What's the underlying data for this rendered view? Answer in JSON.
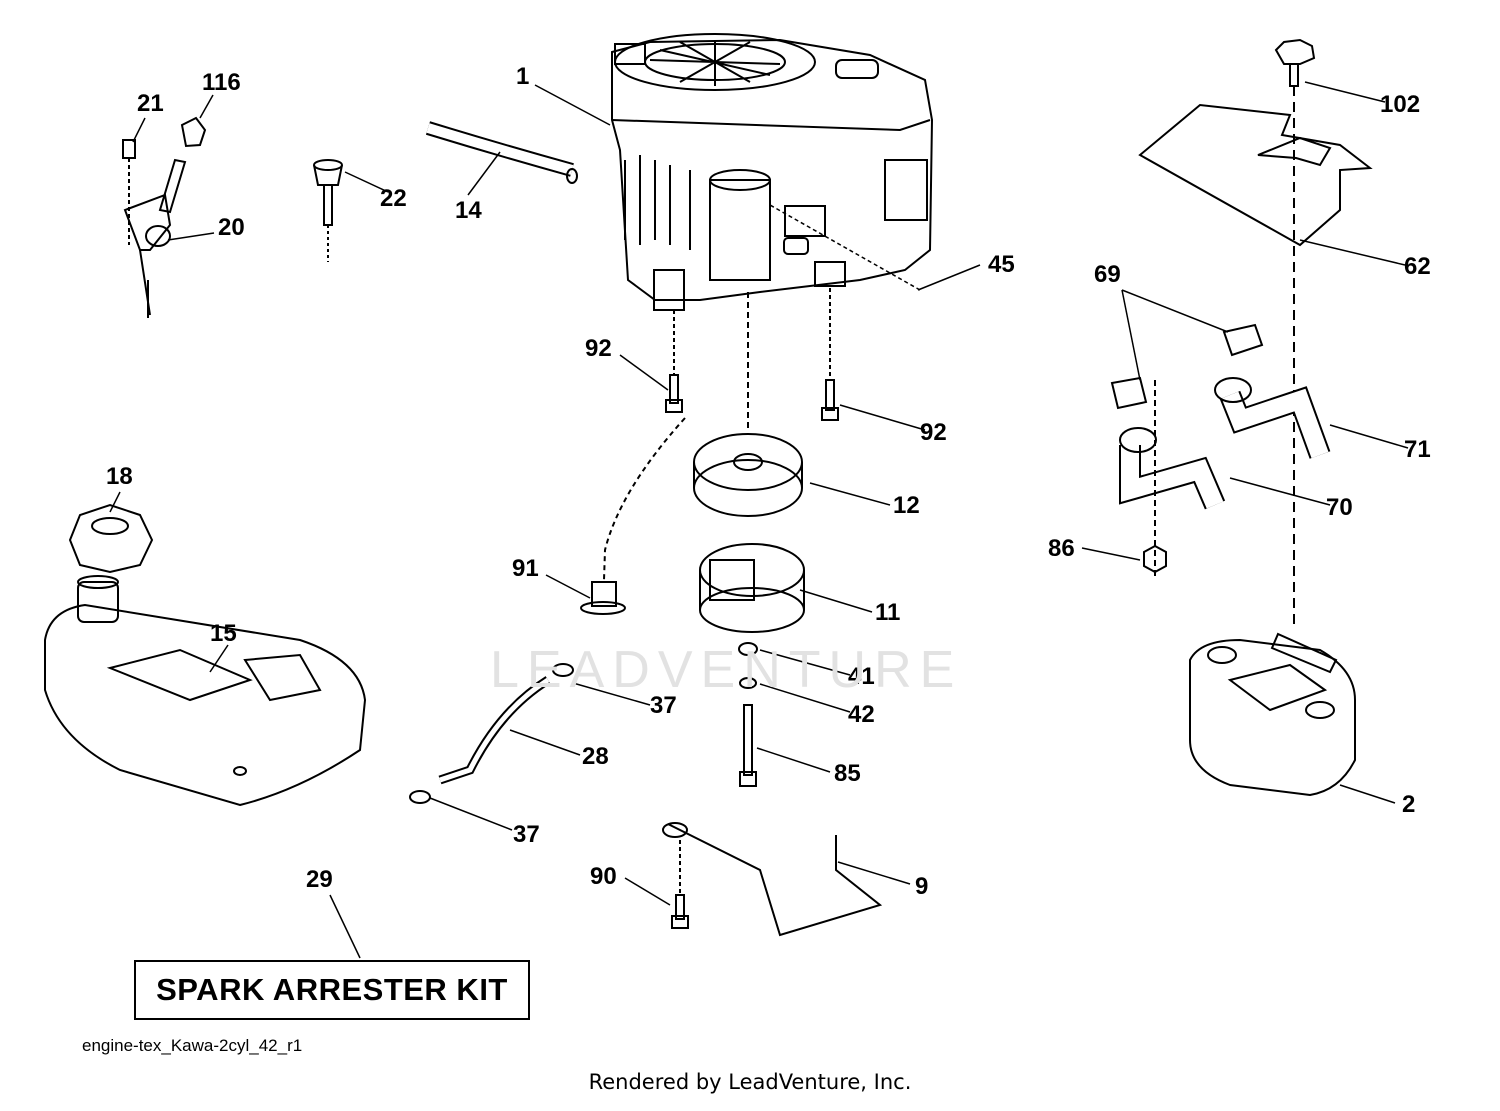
{
  "diagram": {
    "kit_label": "SPARK ARRESTER KIT",
    "diagram_id": "engine-tex_Kawa-2cyl_42_r1",
    "render_credit": "Rendered by LeadVenture, Inc.",
    "watermark": "LEADVENTURE",
    "callouts": {
      "c1": "1",
      "c2": "2",
      "c9": "9",
      "c11": "11",
      "c12": "12",
      "c14": "14",
      "c15": "15",
      "c18": "18",
      "c20": "20",
      "c21": "21",
      "c22": "22",
      "c28": "28",
      "c29": "29",
      "c37a": "37",
      "c37b": "37",
      "c41": "41",
      "c42": "42",
      "c45": "45",
      "c62": "62",
      "c69": "69",
      "c70": "70",
      "c71": "71",
      "c85": "85",
      "c86": "86",
      "c90": "90",
      "c91": "91",
      "c92a": "92",
      "c92b": "92",
      "c102": "102",
      "c116": "116"
    }
  }
}
